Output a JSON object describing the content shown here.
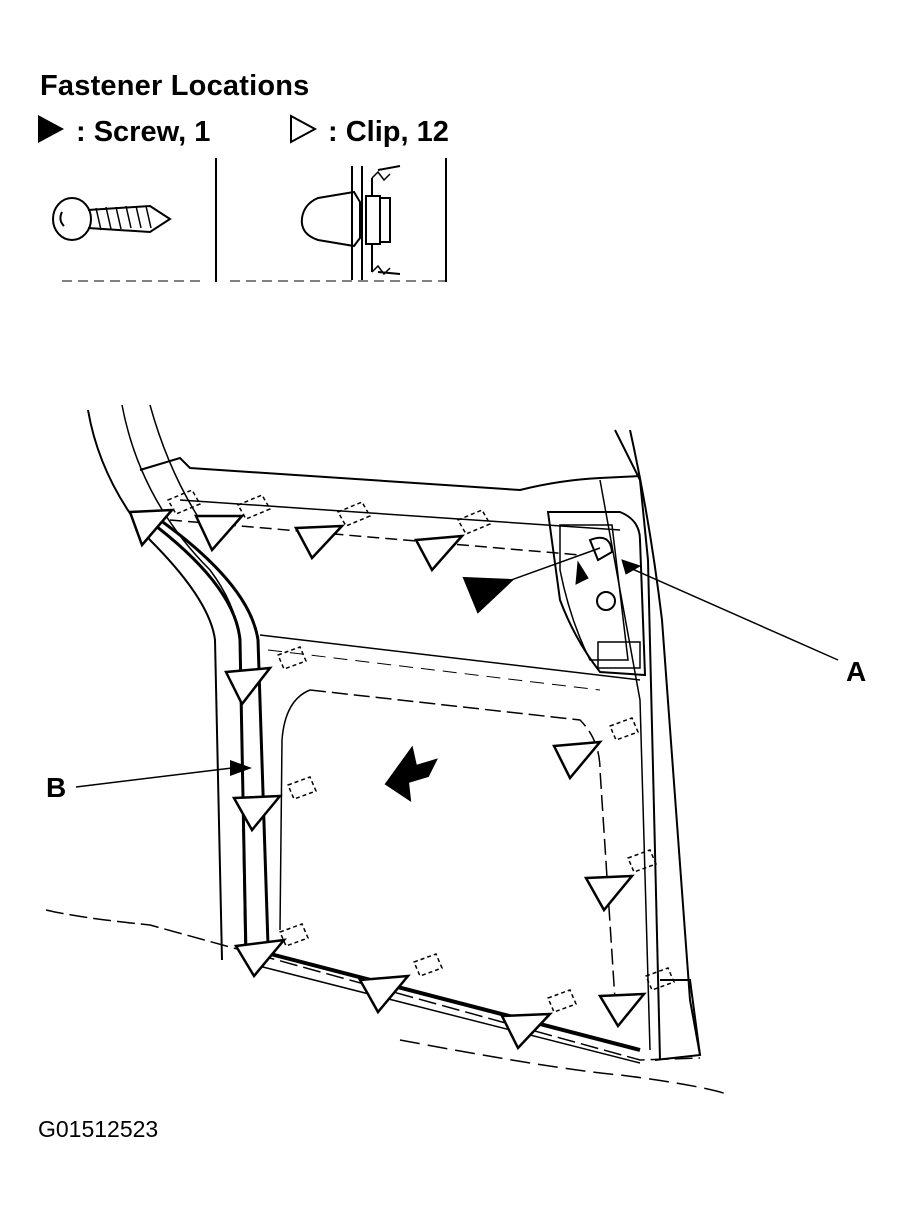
{
  "title": "Fastener Locations",
  "legend": {
    "screw_label": ": Screw, 1",
    "clip_label": ": Clip, 12"
  },
  "callouts": {
    "a": "A",
    "b": "B"
  },
  "figure_code": "G01512523"
}
